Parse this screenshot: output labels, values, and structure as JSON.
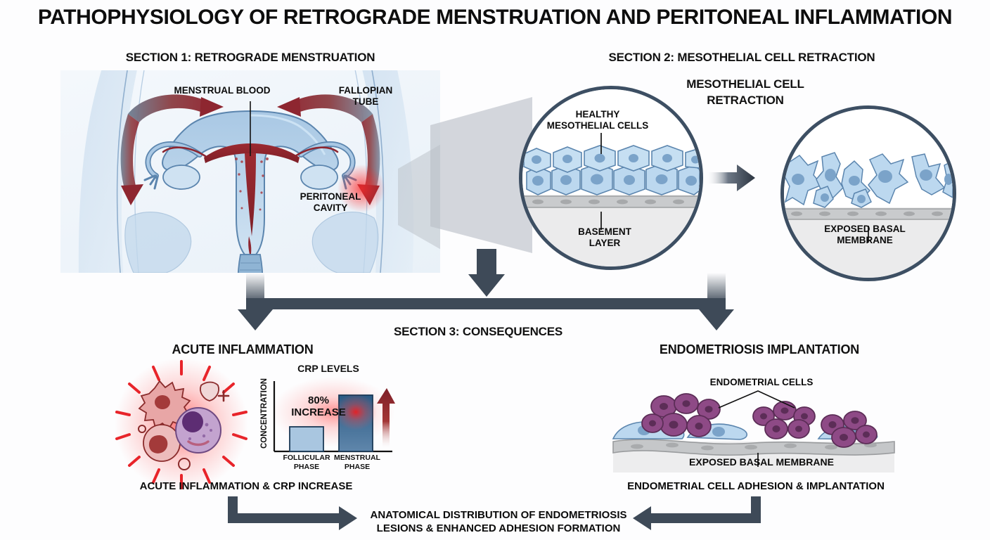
{
  "title": "PATHOPHYSIOLOGY OF RETROGRADE MENSTRUATION AND PERITONEAL INFLAMMATION",
  "sections": {
    "one": {
      "heading": "SECTION 1: RETROGRADE MENSTRUATION"
    },
    "two": {
      "heading": "SECTION 2: MESOTHELIAL CELL RETRACTION",
      "subheading_line1": "MESOTHELIAL CELL",
      "subheading_line2": "RETRACTION"
    },
    "three": {
      "heading": "SECTION 3: CONSEQUENCES"
    }
  },
  "anatomy": {
    "label_menstrual_blood": "MENSTRUAL BLOOD",
    "label_fallopian_tube_line1": "FALLOPIAN",
    "label_fallopian_tube_line2": "TUBE",
    "label_peritoneal_cavity_line1": "PERITONEAL",
    "label_peritoneal_cavity_line2": "CAVITY"
  },
  "mesothelium": {
    "healthy_label_line1": "HEALTHY",
    "healthy_label_line2": "MESOTHELIAL CELLS",
    "basement_label_line1": "BASEMENT",
    "basement_label_line2": "LAYER",
    "exposed_label_line1": "EXPOSED BASAL",
    "exposed_label_line2": "MEMBRANE"
  },
  "consequences": {
    "left_heading": "ACUTE INFLAMMATION",
    "right_heading": "ENDOMETRIOSIS IMPLANTATION",
    "left_caption": "ACUTE INFLAMMATION & CRP INCREASE",
    "right_caption": "ENDOMETRIAL CELL ADHESION & IMPLANTATION",
    "outcome_line1": "ANATOMICAL DISTRIBUTION OF ENDOMETRIOSIS",
    "outcome_line2": "LESIONS & ENHANCED ADHESION FORMATION"
  },
  "implantation": {
    "endometrial_label": "ENDOMETRIAL CELLS",
    "exposed_label": "EXPOSED BASAL MEMBRANE"
  },
  "chart_data": {
    "type": "bar",
    "title": "CRP LEVELS",
    "xlabel": "",
    "ylabel": "CONCENTRATION",
    "categories": [
      "FOLLICULAR PHASE",
      "MENSTRUAL PHASE"
    ],
    "category_lines": [
      [
        "FOLLICULAR",
        "PHASE"
      ],
      [
        "MENSTRUAL",
        "PHASE"
      ]
    ],
    "values": [
      35,
      80
    ],
    "ylim": [
      0,
      100
    ],
    "grid": false,
    "legend": null,
    "annotation_line1": "80%",
    "annotation_line2": "INCREASE",
    "bar_colors": [
      "#a9c6e0",
      "#2f5f86"
    ]
  },
  "colors": {
    "arrow_slate": "#3e4a58",
    "blood_red": "#8e2630",
    "cell_blue": "#b4d1ea",
    "cell_blue_dark": "#5b85ae",
    "endometrial_purple": "#8e4a86",
    "membrane_grey": "#c3c5c7",
    "inflammation_red": "#e8242a",
    "circle_stroke": "#3d4f63"
  }
}
